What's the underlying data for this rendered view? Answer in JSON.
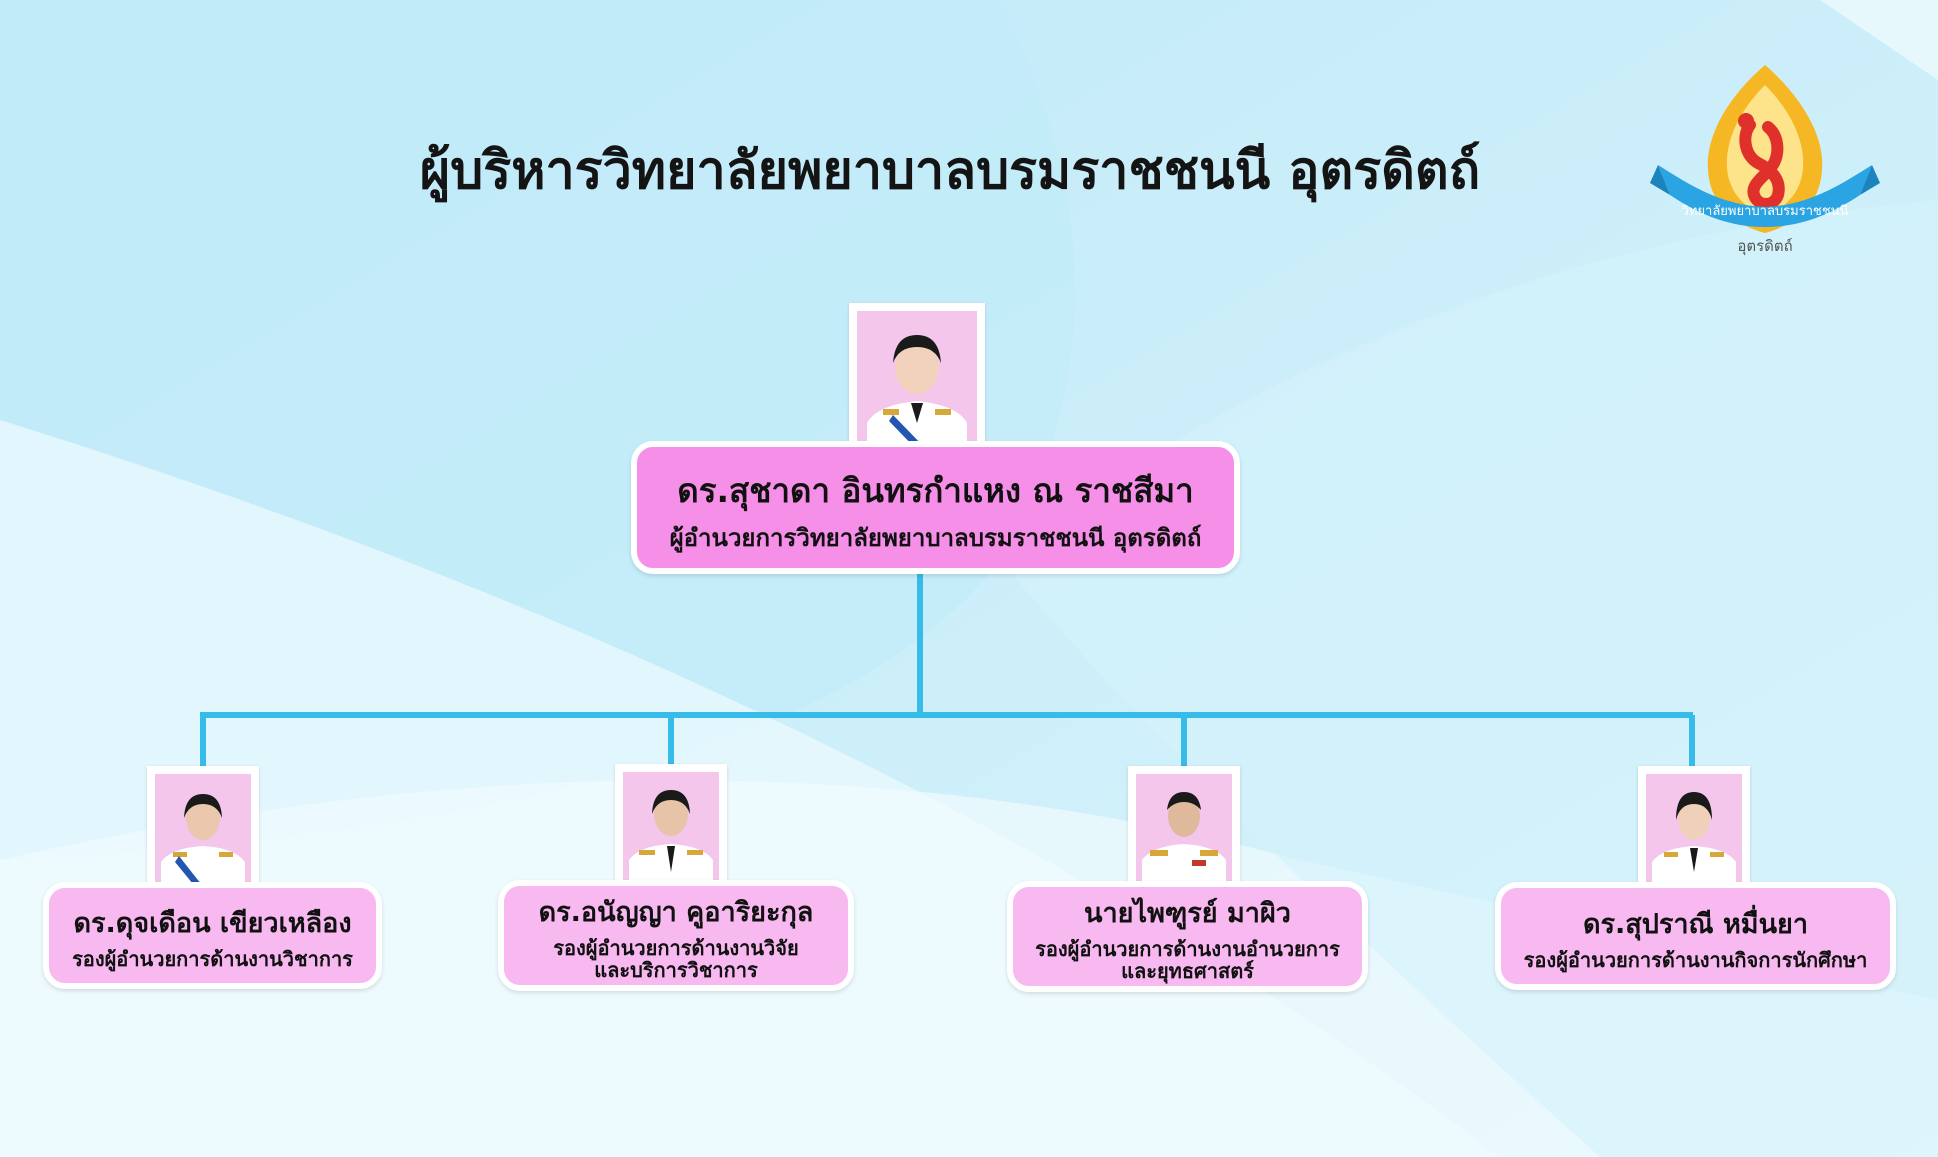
{
  "title": "ผู้บริหารวิทยาลัยพยาบาลบรมราชชนนี อุตรดิตถ์",
  "logo": {
    "ribbon_text": "วิทยาลัยพยาบาลบรมราชชนนี",
    "caption": "อุตรดิตถ์"
  },
  "colors": {
    "background": "#c9ecf8",
    "connector": "#37bcea",
    "director_card": "#f68fe8",
    "deputy_card": "#f8b8f0",
    "logo_gold": "#f5b824",
    "logo_red": "#e0302b",
    "logo_ribbon": "#2aa4e2"
  },
  "director": {
    "name": "ดร.สุชาดา  อินทรกำแหง ณ ราชสีมา",
    "role_lines": [
      "ผู้อำนวยการวิทยาลัยพยาบาลบรมราชชนนี อุตรดิตถ์"
    ]
  },
  "deputies": [
    {
      "name": "ดร.ดุจเดือน  เขียวเหลือง",
      "role_lines": [
        "รองผู้อำนวยการด้านงานวิชาการ"
      ]
    },
    {
      "name": "ดร.อนัญญา  คูอาริยะกุล",
      "role_lines": [
        "รองผู้อำนวยการด้านงานวิจัย",
        "และบริการวิชาการ"
      ]
    },
    {
      "name": "นายไพฑูรย์  มาผิว",
      "role_lines": [
        "รองผู้อำนวยการด้านงานอำนวยการ",
        "และยุทธศาสตร์"
      ]
    },
    {
      "name": "ดร.สุปราณี  หมื่นยา",
      "role_lines": [
        "รองผู้อำนวยการด้านงานกิจการนักศึกษา"
      ]
    }
  ]
}
